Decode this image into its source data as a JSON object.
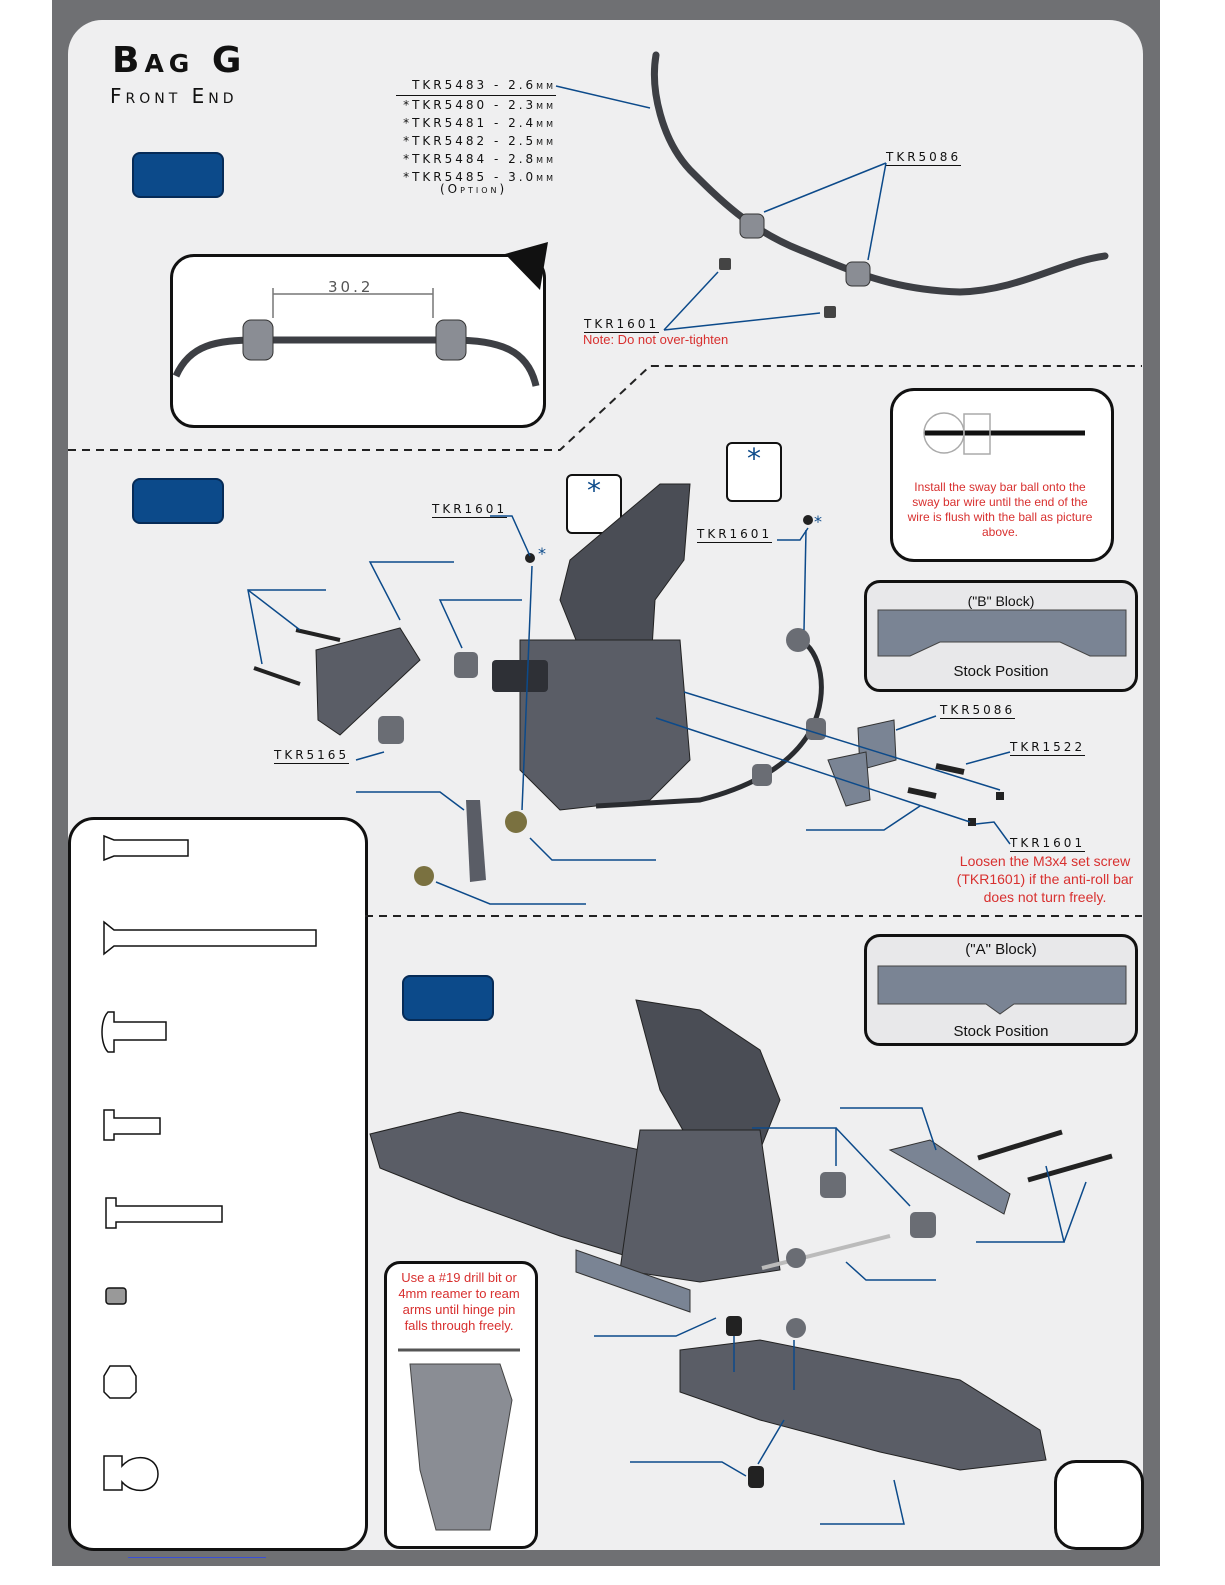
{
  "page": {
    "title": "Bag G",
    "subtitle": "Front End"
  },
  "sway_bar": {
    "options": [
      {
        "code": "TKR5483 - 2.6mm",
        "underlined": true
      },
      {
        "code": "*TKR5480 - 2.3mm"
      },
      {
        "code": "*TKR5481 - 2.4mm"
      },
      {
        "code": "*TKR5482 - 2.5mm"
      },
      {
        "code": "*TKR5484 - 2.8mm"
      },
      {
        "code": "*TKR5485 - 3.0mm"
      }
    ],
    "option_note": "(Option)",
    "mount_part": "TKR5086",
    "set_screw_part": "TKR1601",
    "set_screw_note": "Note: Do not over-tighten",
    "dimension": "30.2"
  },
  "step2": {
    "tkr1601_left": "TKR1601",
    "tkr1601_right": "TKR1601",
    "asterisk": "*",
    "ball_note": "Install the sway bar ball onto the sway bar wire  until the  end of the wire is flush with the ball as picture above.",
    "block_b": {
      "label": "(\"B\" Block)",
      "position": "Stock Position"
    },
    "tkr5086": "TKR5086",
    "tkr1522": "TKR1522",
    "tkr5165": "TKR5165",
    "tkr1601_bottom": "TKR1601",
    "loosen_note": "Loosen the M3x4 set screw (TKR1601) if the anti-roll bar does not turn freely."
  },
  "step3": {
    "block_a": {
      "label": "(\"A\" Block)",
      "position": "Stock Position"
    },
    "ream_note": "Use a #19 drill bit or 4mm reamer to ream arms until hinge pin falls through freely."
  },
  "colors": {
    "badge": "#0c4a8a",
    "frame": "#6f7073",
    "sheet": "#efeff0",
    "leader": "#0c4a8a",
    "note_red": "#d8302f",
    "part_gray": "#4a4d55"
  }
}
